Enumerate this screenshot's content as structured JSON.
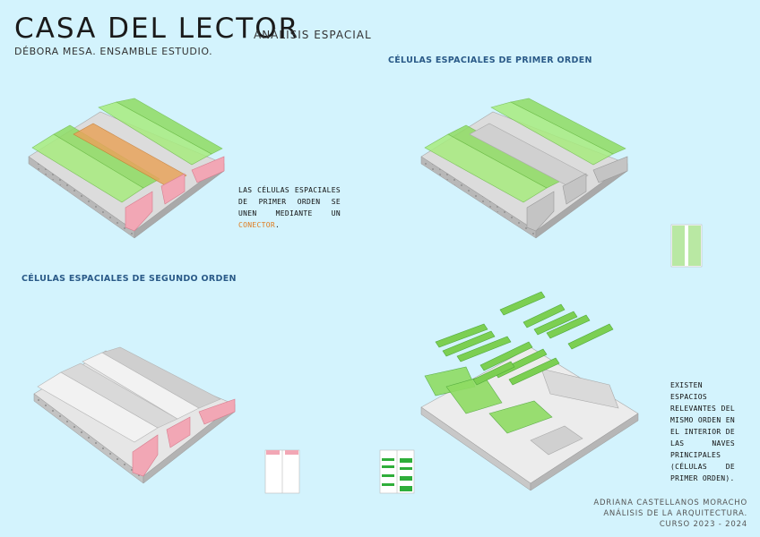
{
  "header": {
    "title": "CASA DEL LECTOR",
    "subtitle": "ANÁLISIS ESPACIAL",
    "author": "DÉBORA MESA. ENSAMBLE ESTUDIO."
  },
  "sections": {
    "first_order_heading": "CÉLULAS ESPACIALES DE PRIMER ORDEN",
    "second_order_heading": "CÉLULAS ESPACIALES DE SEGUNDO ORDEN"
  },
  "notes": {
    "connector_note_before": "LAS CÉLULAS ESPACIALES DE PRIMER ORDEN SE UNEN MEDIANTE UN ",
    "connector_note_highlight": "CONECTOR",
    "connector_note_after": ".",
    "interior_note": "EXISTEN ESPACIOS RELEVANTES DEL MISMO ORDEN EN EL INTERIOR DE LAS NAVES PRINCIPALES (CÉLULAS DE PRIMER ORDEN)."
  },
  "credits": {
    "line1": "ADRIANA CASTELLANOS MORACHO",
    "line2": "ANÁLISIS DE LA ARQUITECTURA.",
    "line3": "CURSO 2023 - 2024"
  },
  "colors": {
    "background": "#d3f3fd",
    "first_order_green": "#7ed957",
    "connector_orange": "#e07a1c",
    "second_order_pink": "#f2a7b5",
    "building_grey": "#c8c8c8"
  }
}
